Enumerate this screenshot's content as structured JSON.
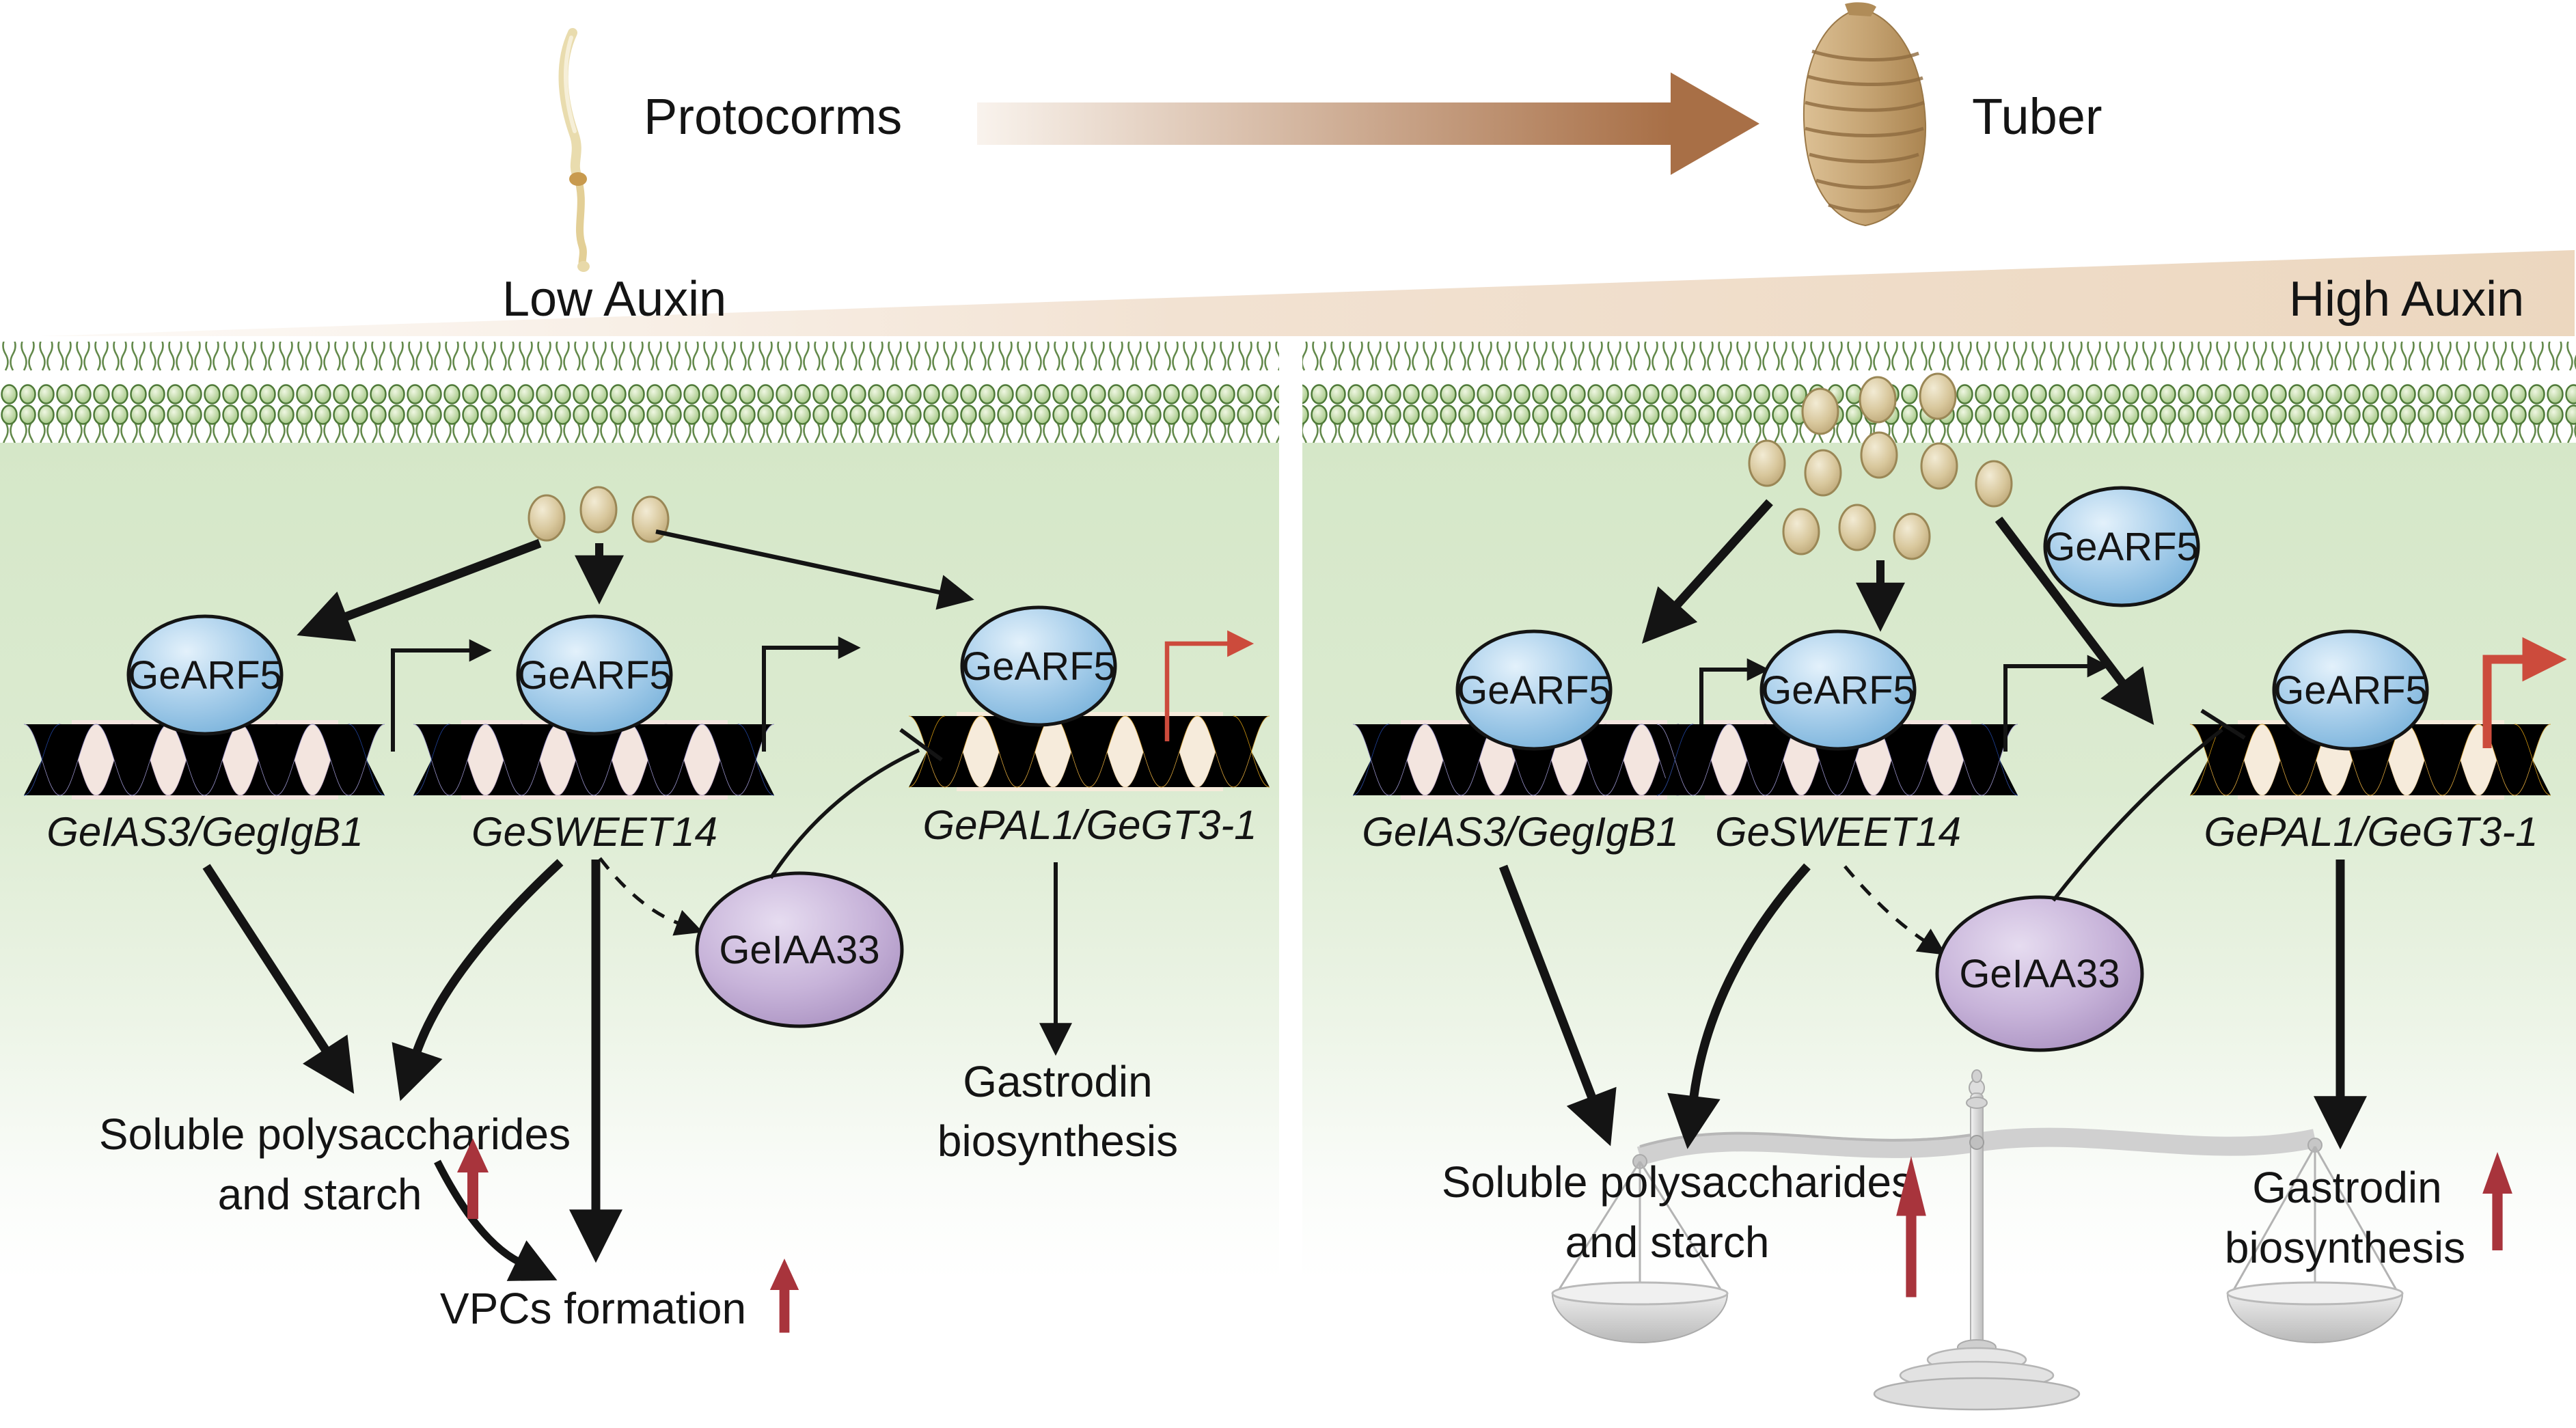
{
  "figure": {
    "protocorms_label": "Protocorms",
    "tuber_label": "Tuber",
    "low_auxin_label": "Low Auxin",
    "high_auxin_label": "High Auxin",
    "transcription_factor": "GeARF5",
    "repressor": "GeIAA33"
  },
  "left_panel": {
    "auxin_dot_count": 3,
    "genes": [
      "GeIAS3/GegIgB1",
      "GeSWEET14",
      "GePAL1/GeGT3-1"
    ],
    "soluble_line1": "Soluble polysaccharides",
    "soluble_line2": "and starch",
    "vpcs_label": "VPCs formation",
    "gastrodin_line1": "Gastrodin",
    "gastrodin_line2": "biosynthesis"
  },
  "right_panel": {
    "auxin_dot_count": 11,
    "genes": [
      "GeIAS3/GegIgB1",
      "GeSWEET14",
      "GePAL1/GeGT3-1"
    ],
    "soluble_line1": "Soluble polysaccharides",
    "soluble_line2": "and starch",
    "gastrodin_line1": "Gastrodin",
    "gastrodin_line2": "biosynthesis"
  },
  "colors": {
    "up_arrow_red": "#a8343c",
    "promoter_arrow_red": "#cc4b3c",
    "arf_ellipse_blue": "#8fc1e3",
    "iaa_ellipse_purple": "#b49fca",
    "auxin_dot_beige": "#c9b488",
    "cell_green": "#d5e7c8",
    "membrane_green": "#9fc47f",
    "dna_strand_purple": "#958fc6",
    "dna_strand_mauve": "#c2aac6",
    "dna_end_navy": "#1e3f93",
    "dna_strand_gold": "#d9a33a",
    "dna_strand_tan": "#ecd2a8",
    "wedge_tan": "#ecd7bf"
  }
}
